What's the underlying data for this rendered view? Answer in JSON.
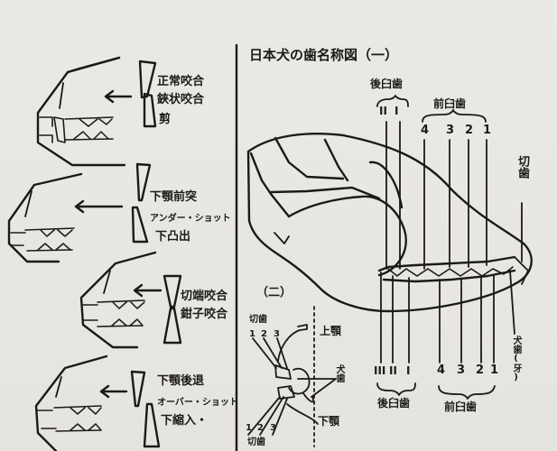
{
  "title": "日本犬の歯名称図（一）",
  "left_panel": {
    "bites": [
      {
        "name": "normal-bite",
        "line1": "正常咬合",
        "line2": "鋏状咬合",
        "line3": "剪"
      },
      {
        "name": "underbite",
        "line1": "下顎前突",
        "line2": "アンダー・ショット",
        "line3": "下凸出"
      },
      {
        "name": "level-bite",
        "line1": "切端咬合",
        "line2": "鉗子咬合"
      },
      {
        "name": "overbite",
        "line1": "下顎後退",
        "line2": "オーバー・ショット",
        "line3": "下縮入・"
      }
    ]
  },
  "skull_diagram": {
    "top_molar_group": "後臼歯",
    "top_molar_numbers": [
      "II",
      "I"
    ],
    "top_premolar_group": "前臼歯",
    "top_premolar_numbers": [
      "4",
      "3",
      "2",
      "1"
    ],
    "incisor_label": "切歯",
    "canine_label": "犬歯(牙)",
    "bottom_molar_numbers": [
      "III",
      "II",
      "I"
    ],
    "bottom_molar_group": "後臼歯",
    "bottom_premolar_numbers": [
      "4",
      "3",
      "2",
      "1"
    ],
    "bottom_premolar_group": "前臼歯"
  },
  "inset_diagram": {
    "title": "（二）",
    "upper_incisor_label": "切歯",
    "upper_numbers": [
      "1",
      "2",
      "3"
    ],
    "upper_jaw_label": "上顎",
    "canine_label": "犬歯",
    "lower_jaw_label": "下顎",
    "lower_numbers": [
      "1",
      "2",
      "3"
    ],
    "lower_incisor_label": "切歯"
  }
}
